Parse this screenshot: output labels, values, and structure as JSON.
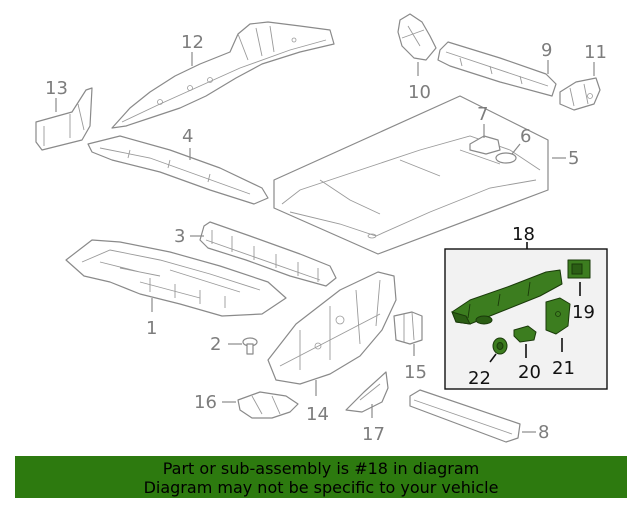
{
  "callouts": {
    "c1": "1",
    "c2": "2",
    "c3": "3",
    "c4": "4",
    "c5": "5",
    "c6": "6",
    "c7": "7",
    "c8": "8",
    "c9": "9",
    "c10": "10",
    "c11": "11",
    "c12": "12",
    "c13": "13",
    "c14": "14",
    "c15": "15",
    "c16": "16",
    "c17": "17",
    "c18": "18",
    "c19": "19",
    "c20": "20",
    "c21": "21",
    "c22": "22"
  },
  "highlighted_assembly": "18",
  "colors": {
    "highlight_part": "#3c7d1f",
    "banner_bg": "#2d7a0f",
    "inset_bg": "#f2f2f2"
  },
  "banner": {
    "line1": "Part or sub-assembly is #18 in diagram",
    "line2": "Diagram may not be specific to your vehicle"
  }
}
